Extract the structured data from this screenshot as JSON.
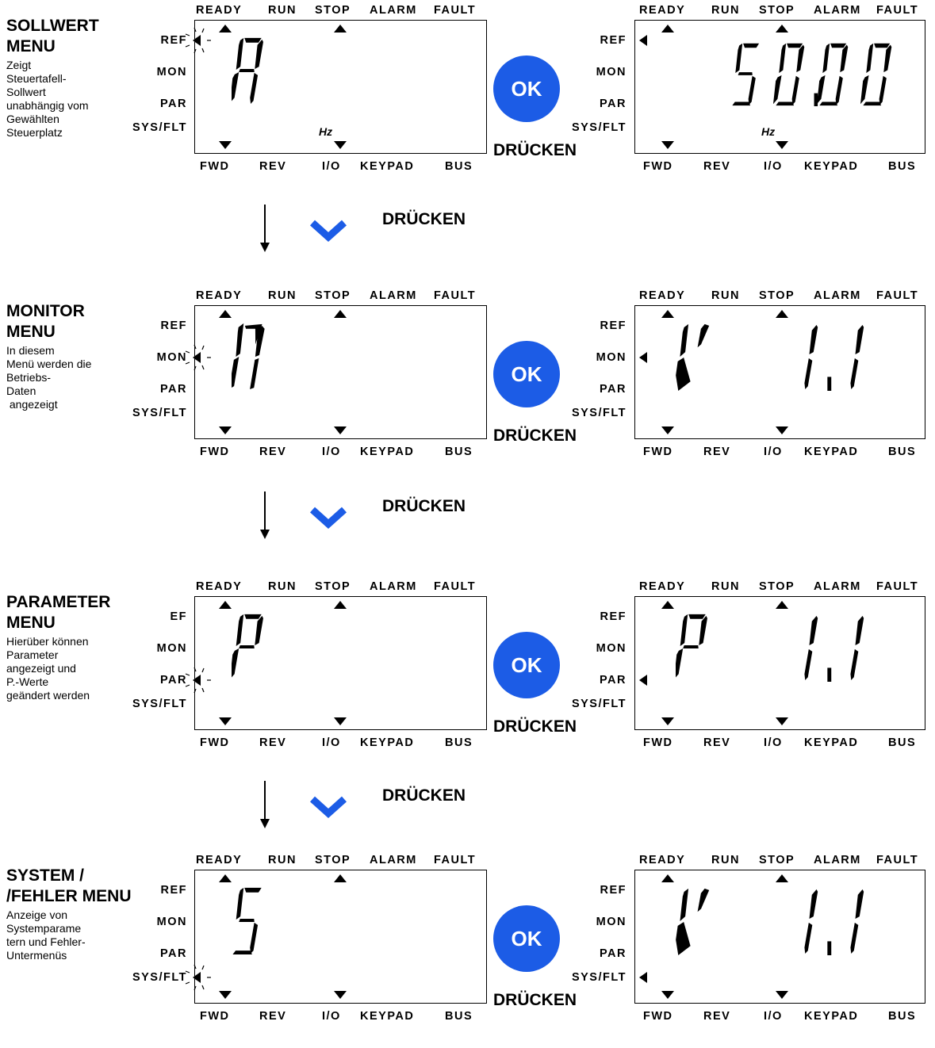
{
  "lcd_labels": {
    "top": [
      "READY",
      "RUN",
      "STOP",
      "ALARM",
      "FAULT"
    ],
    "bottom": [
      "FWD",
      "REV",
      "I/O",
      "KEYPAD",
      "BUS"
    ],
    "hz": "Hz"
  },
  "ok_label": "OK",
  "press_label": "DRÜCKEN",
  "sections": [
    {
      "title": [
        "SOLLWERT",
        "MENU"
      ],
      "description": [
        "Zeigt",
        "Steuertafell-",
        "Sollwert",
        "unabhängig vom",
        "Gewählten",
        "Steuerplatz"
      ],
      "left_side_labels": [
        "REF",
        "MON",
        "PAR",
        "SYS/FLT"
      ],
      "left_active": "REF",
      "left_display": "R",
      "right_side_labels": [
        "REF",
        "MON",
        "PAR",
        "SYS/FLT"
      ],
      "right_active": "REF",
      "right_display": "50.00",
      "show_hz": true
    },
    {
      "title": [
        "MONITOR",
        "MENU"
      ],
      "description": [
        "In diesem",
        "Menü werden die",
        "Betriebs-",
        "Daten",
        " angezeigt"
      ],
      "left_side_labels": [
        "REF",
        "MON",
        "PAR",
        "SYS/FLT"
      ],
      "left_active": "MON",
      "left_display": "M",
      "right_side_labels": [
        "REF",
        "MON",
        "PAR",
        "SYS/FLT"
      ],
      "right_active": "MON",
      "right_display": "V 1.1",
      "show_hz": false
    },
    {
      "title": [
        "PARAMETER",
        "MENU"
      ],
      "description": [
        "Hierüber können",
        "Parameter",
        "angezeigt und",
        "P.-Werte",
        "geändert werden"
      ],
      "left_side_labels": [
        "EF",
        "MON",
        "PAR",
        "SYS/FLT"
      ],
      "left_active": "PAR",
      "left_display": "P",
      "right_side_labels": [
        "REF",
        "MON",
        "PAR",
        "SYS/FLT"
      ],
      "right_active": "PAR",
      "right_display": "P 1.1",
      "show_hz": false
    },
    {
      "title": [
        "SYSTEM /",
        "/FEHLER MENU"
      ],
      "description": [
        "Anzeige von",
        "Systemparame",
        "tern und Fehler-",
        "Untermenüs"
      ],
      "left_side_labels": [
        "REF",
        "MON",
        "PAR",
        "SYS/FLT"
      ],
      "left_active": "SYS/FLT",
      "left_display": "S",
      "right_side_labels": [
        "REF",
        "MON",
        "PAR",
        "SYS/FLT"
      ],
      "right_active": "SYS/FLT",
      "right_display": "V 1.1",
      "show_hz": false
    }
  ],
  "colors": {
    "ok_button": "#1c5ce6",
    "chevron": "#1c5ce6",
    "text": "#000000"
  }
}
